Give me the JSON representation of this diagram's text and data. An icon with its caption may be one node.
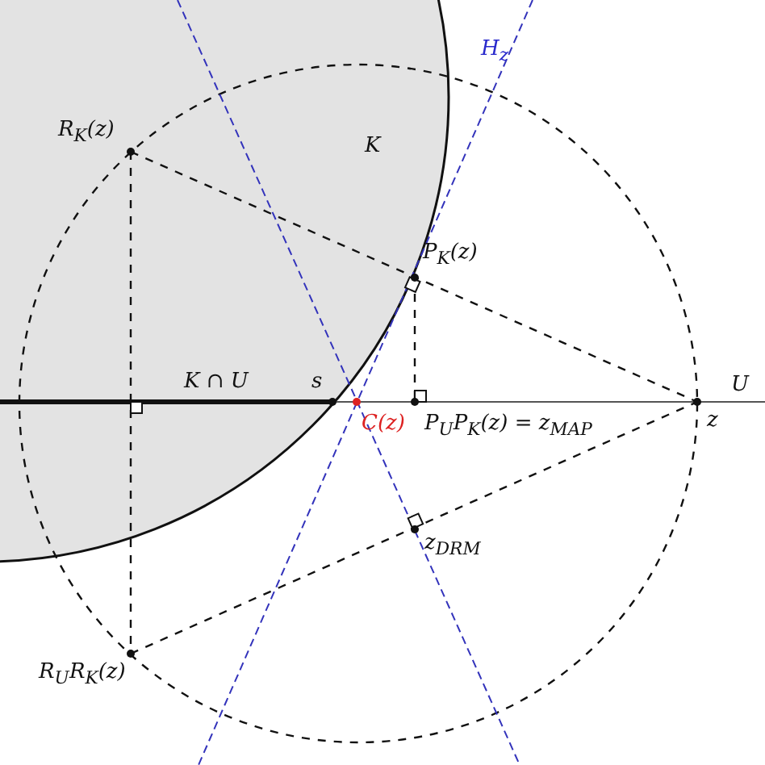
{
  "diagram": {
    "labels": [
      "H$_{z}$",
      "R$_{K}$(z)",
      "K",
      "P$_{K}$(z)",
      "K ∩ U",
      "s",
      "U",
      "C(z)",
      "P$_{U}$P$_{K}$(z) = z$_{MAP}$",
      "z",
      "z$_{DRM}$",
      "R$_{U}$R$_{K}$(z)"
    ]
  }
}
